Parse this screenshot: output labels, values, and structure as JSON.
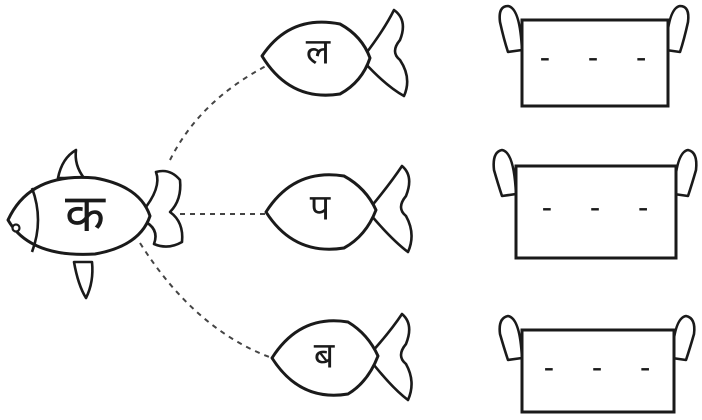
{
  "main_fish": {
    "letter": "क"
  },
  "small_fish": [
    {
      "letter": "ल"
    },
    {
      "letter": "प"
    },
    {
      "letter": "ब"
    }
  ],
  "answer_boxes": [
    {
      "placeholder": "- - -"
    },
    {
      "placeholder": "- - -"
    },
    {
      "placeholder": "- - -"
    }
  ]
}
